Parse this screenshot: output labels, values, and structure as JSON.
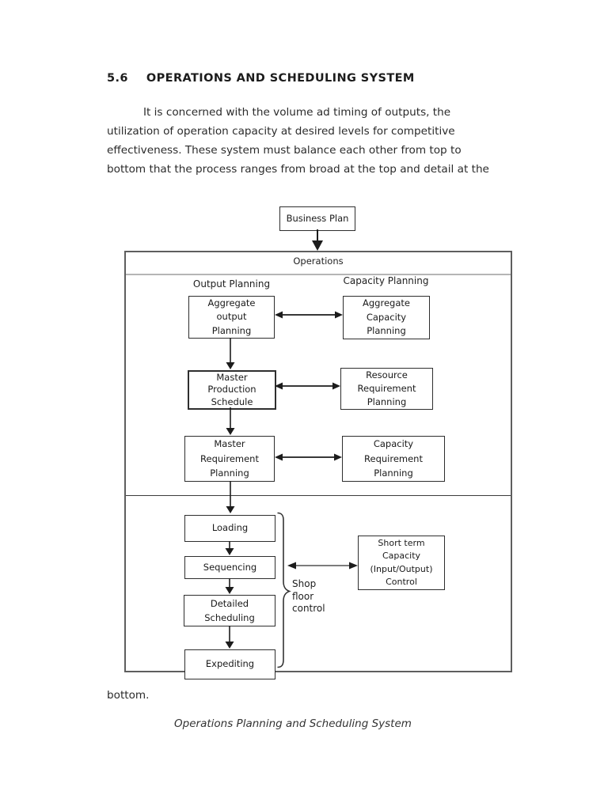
{
  "document": {
    "heading_number": "5.6",
    "heading_title": "OPERATIONS AND SCHEDULING SYSTEM",
    "paragraph_lines": [
      "It is concerned with the volume ad timing of outputs, the",
      "utilization of operation capacity at desired levels for competitive",
      "effectiveness. These system must balance each other from top to",
      "bottom that the process ranges from broad at the top and detail at the"
    ],
    "closing_text": "bottom.",
    "caption": "Operations Planning and Scheduling System"
  },
  "diagram": {
    "business_plan": "Business Plan",
    "operations_header": "Operations",
    "column_labels": {
      "left": "Output Planning",
      "right": "Capacity Planning"
    },
    "boxes": {
      "aggregate_output": "Aggregate\noutput\nPlanning",
      "aggregate_capacity": "Aggregate\nCapacity\nPlanning",
      "master_production": "Master\nProduction\nSchedule",
      "resource_requirement": "Resource\nRequirement\nPlanning",
      "master_requirement": "Master\nRequirement\nPlanning",
      "capacity_requirement": "Capacity\nRequirement\nPlanning",
      "loading": "Loading",
      "sequencing": "Sequencing",
      "detailed_scheduling": "Detailed\nScheduling",
      "expediting": "Expediting",
      "short_term_capacity": "Short term\nCapacity\n(Input/Output)\nControl"
    },
    "shop_floor_label": "Shop\nfloor\ncontrol",
    "colors": {
      "box_border": "#2e2e2e",
      "outer_border": "#5e5e5e",
      "band_underline": "#b5b5b5",
      "arrow": "#1c1c1c",
      "shop_arrow_shaft": "#6a6a6a"
    }
  }
}
